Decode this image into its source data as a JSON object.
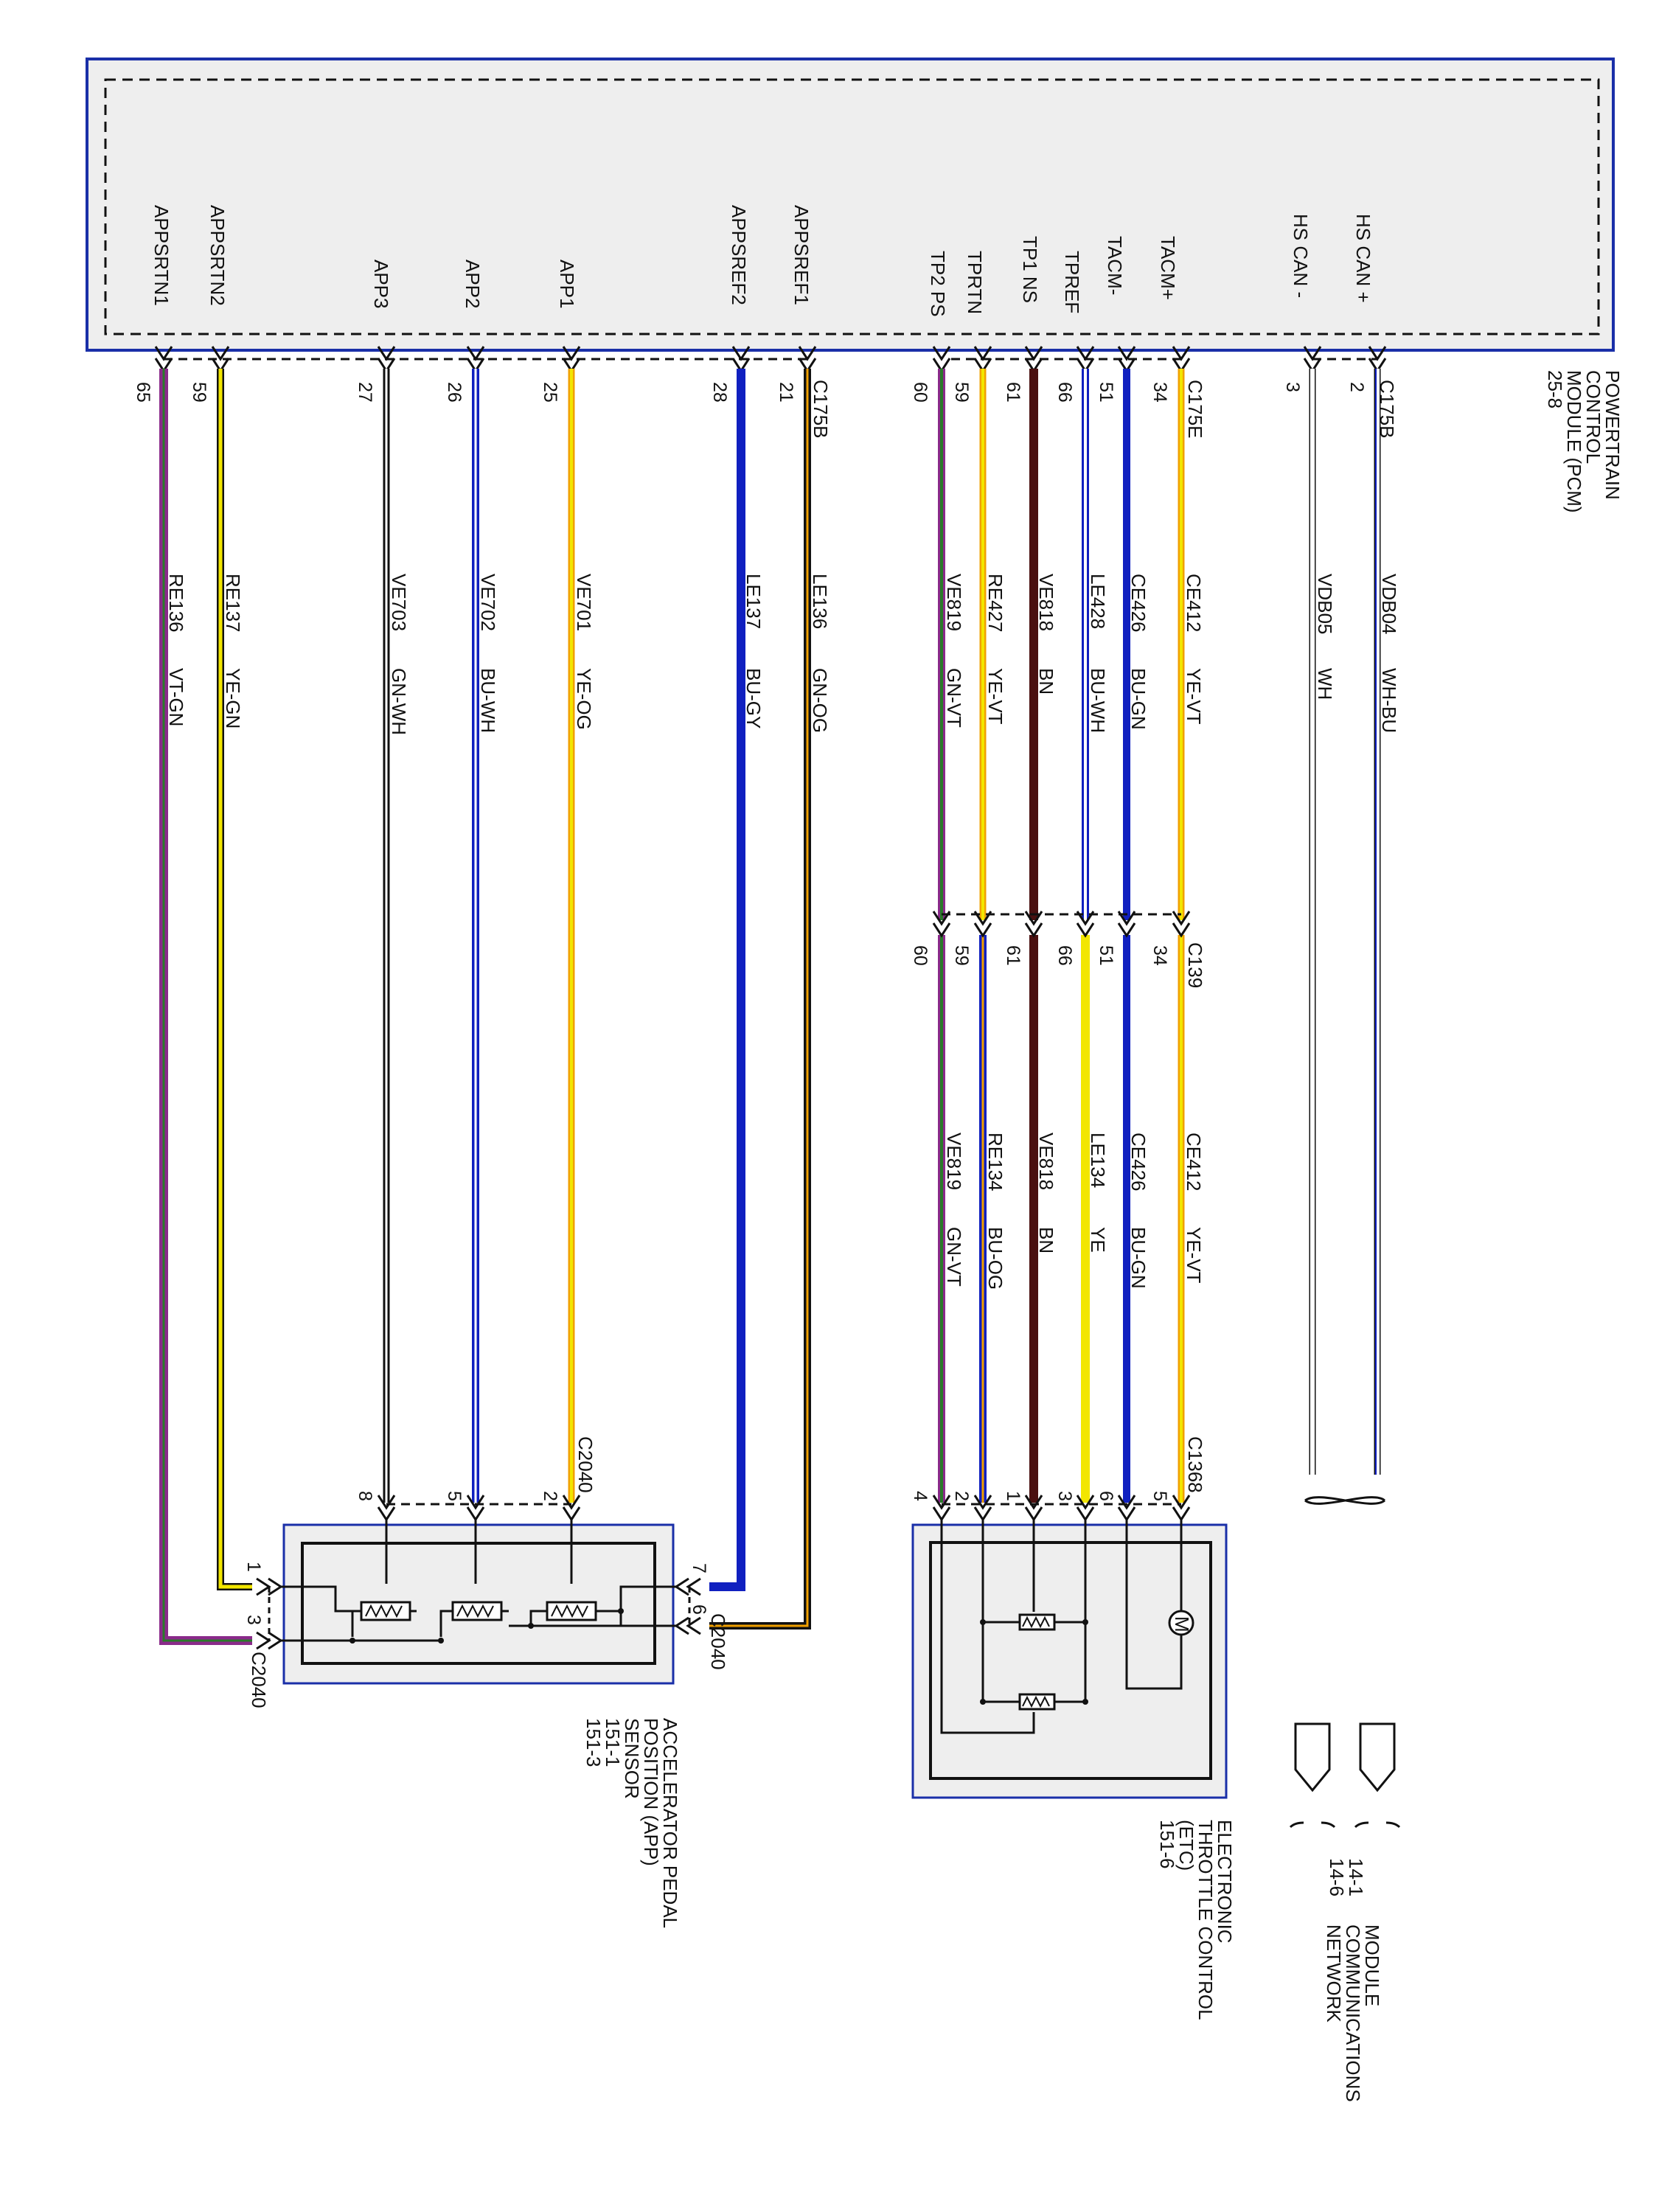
{
  "colors": {
    "box_fill": "#eeeeee",
    "box_border": "#1a2fa8",
    "inner_border": "#111111",
    "YE": "#f2e600",
    "OG": "#f0a000",
    "VT": "#8a2a8a",
    "GN": "#2a7a2a",
    "BU": "#1020c0",
    "BN": "#4a1010",
    "WH": "#ffffff",
    "GY": "#9a9a9a",
    "BK": "#111111"
  },
  "pcm": {
    "name": [
      "POWERTRAIN",
      "CONTROL",
      "MODULE (PCM)",
      "25-8"
    ],
    "pins": {
      "hs_can_plus": "HS CAN +",
      "hs_can_minus": "HS CAN -",
      "tacm_plus": "TACM+",
      "tacm_minus": "TACM-",
      "tpref": "TPREF",
      "tp1ns": "TP1 NS",
      "tprtn": "TPRTN",
      "tp2ps": "TP2 PS",
      "appsref1": "APPSREF1",
      "appsref2": "APPSREF2",
      "app1": "APP1",
      "app2": "APP2",
      "app3": "APP3",
      "appsrtn2": "APPSRTN2",
      "appsrtn1": "APPSRTN1"
    }
  },
  "connectors": {
    "c175b": "C175B",
    "c175e": "C175E",
    "c139": "C139",
    "c1368": "C1368",
    "c2040": "C2040"
  },
  "pin_numbers": {
    "can_plus": "2",
    "can_minus": "3",
    "p34": "34",
    "p51": "51",
    "p66": "66",
    "p61": "61",
    "p59": "59",
    "p60": "60",
    "p21": "21",
    "p28": "28",
    "p25": "25",
    "p26": "26",
    "p27": "27",
    "p65": "65",
    "etc_5": "5",
    "etc_6": "6",
    "etc_3": "3",
    "etc_1": "1",
    "etc_2": "2",
    "etc_4": "4",
    "app_2": "2",
    "app_5": "5",
    "app_8": "8",
    "app_7": "7",
    "app_6": "6",
    "app_1": "1",
    "app_3": "3"
  },
  "circuits": {
    "vdb04": "VDB04",
    "wh_bu": "WH-BU",
    "vdb05": "VDB05",
    "wh": "WH",
    "ce412": "CE412",
    "ye_vt": "YE-VT",
    "ce426": "CE426",
    "bu_gn": "BU-GN",
    "le428": "LE428",
    "bu_wh": "BU-WH",
    "ve818": "VE818",
    "bn": "BN",
    "re427": "RE427",
    "ye_vt_2": "YE-VT",
    "ve819": "VE819",
    "gn_vt": "GN-VT",
    "le136": "LE136",
    "gn_og": "GN-OG",
    "le137": "LE137",
    "bu_gy": "BU-GY",
    "ve701": "VE701",
    "ye_og": "YE-OG",
    "ve702": "VE702",
    "bu_wh_2": "BU-WH",
    "ve703": "VE703",
    "gn_wh": "GN-WH",
    "re137": "RE137",
    "ye_gn": "YE-GN",
    "re136": "RE136",
    "vt_gn": "VT-GN",
    "ce412_b": "CE412",
    "ye_vt_b": "YE-VT",
    "ce426_b": "CE426",
    "bu_gn_b": "BU-GN",
    "le134": "LE134",
    "ye": "YE",
    "ve818_b": "VE818",
    "bn_b": "BN",
    "re134": "RE134",
    "bu_og": "BU-OG",
    "ve819_b": "VE819",
    "gn_vt_b": "GN-VT"
  },
  "components": {
    "network": [
      "MODULE",
      "COMMUNICATIONS",
      "NETWORK"
    ],
    "network_refs": [
      "14-1",
      "14-6"
    ],
    "etc": [
      "ELECTRONIC",
      "THROTTLE CONTROL",
      "(ETC)",
      "151-6"
    ],
    "app": [
      "ACCELERATOR PEDAL",
      "POSITION (APP)",
      "SENSOR",
      "151-1",
      "151-3"
    ],
    "motor_symbol": "M"
  }
}
